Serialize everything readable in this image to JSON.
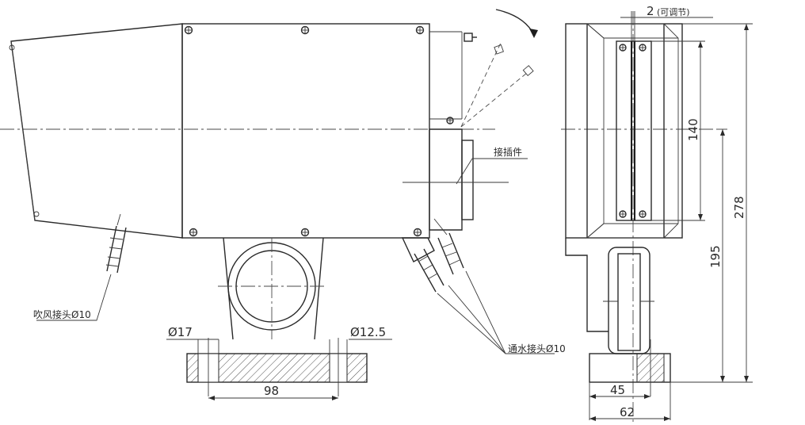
{
  "labels": {
    "air_connector": "吹风接头Ø10",
    "water_connector": "通水接头Ø10",
    "plug_connector": "接插件",
    "adjustable_gap": "2",
    "adjustable_note": "(可调节)"
  },
  "dimensions": {
    "hole_left": "Ø17",
    "hole_right": "Ø12.5",
    "base_width": "98",
    "window_height": "140",
    "total_height": "278",
    "axis_height": "195",
    "base_inner": "45",
    "base_outer": "62"
  }
}
